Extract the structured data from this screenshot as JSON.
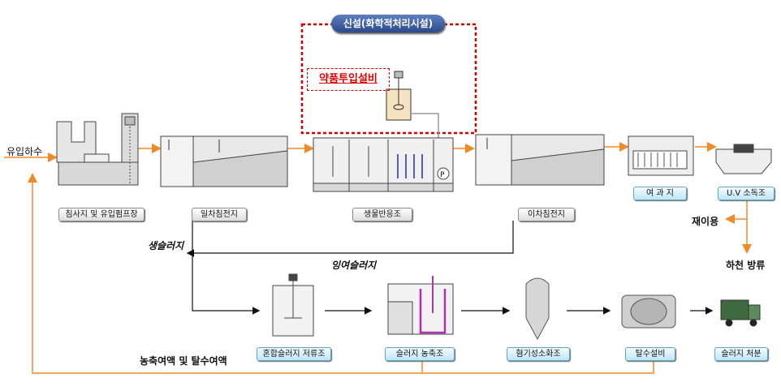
{
  "new_facility": {
    "title": "신설(화학적처리시설)",
    "chemical_unit": "약품투입설비"
  },
  "inputs": {
    "influent": "유입하수"
  },
  "process_labels": {
    "grit_chamber": "침사지 및 유입펌프장",
    "primary_clarifier": "일차침전지",
    "bioreactor": "생물반응조",
    "secondary_clarifier": "이차침전지",
    "filter": "여 과 지",
    "uv": "U.V 소독조"
  },
  "outputs": {
    "reuse": "재이용",
    "river": "하천 방류"
  },
  "sludge_labels": {
    "raw_sludge": "생슬러지",
    "excess_sludge": "잉여슬러지",
    "return_water": "농축여액 및 탈수여액"
  },
  "sludge_process": {
    "mix_tank": "혼합슬러지 저류조",
    "thickener": "슬러지 농축조",
    "digester": "혐기성소화조",
    "dewatering": "탈수설비",
    "disposal": "슬러지 처분"
  },
  "colors": {
    "flow_arrow": "#f08a24",
    "sludge_line": "#111111",
    "new_box": "#d40000",
    "badge": "#3a5a9a"
  }
}
